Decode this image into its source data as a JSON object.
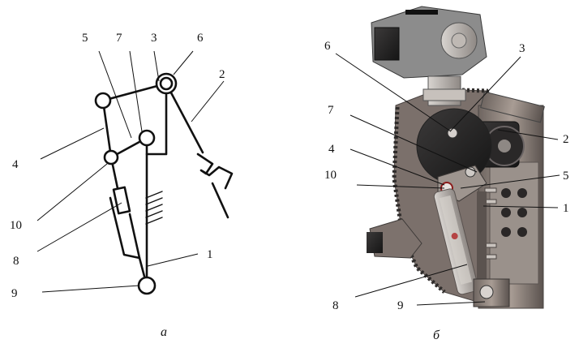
{
  "panel_a": {
    "caption": "а",
    "labels": {
      "n1": "1",
      "n2": "2",
      "n3": "3",
      "n4": "4",
      "n5": "5",
      "n6": "6",
      "n7": "7",
      "n8": "8",
      "n9": "9",
      "n10": "10"
    }
  },
  "panel_b": {
    "caption": "б",
    "labels": {
      "n1": "1",
      "n2": "2",
      "n3": "3",
      "n4": "4",
      "n5": "5",
      "n6": "6",
      "n7": "7",
      "n8": "8",
      "n9": "9",
      "n10": "10"
    }
  }
}
